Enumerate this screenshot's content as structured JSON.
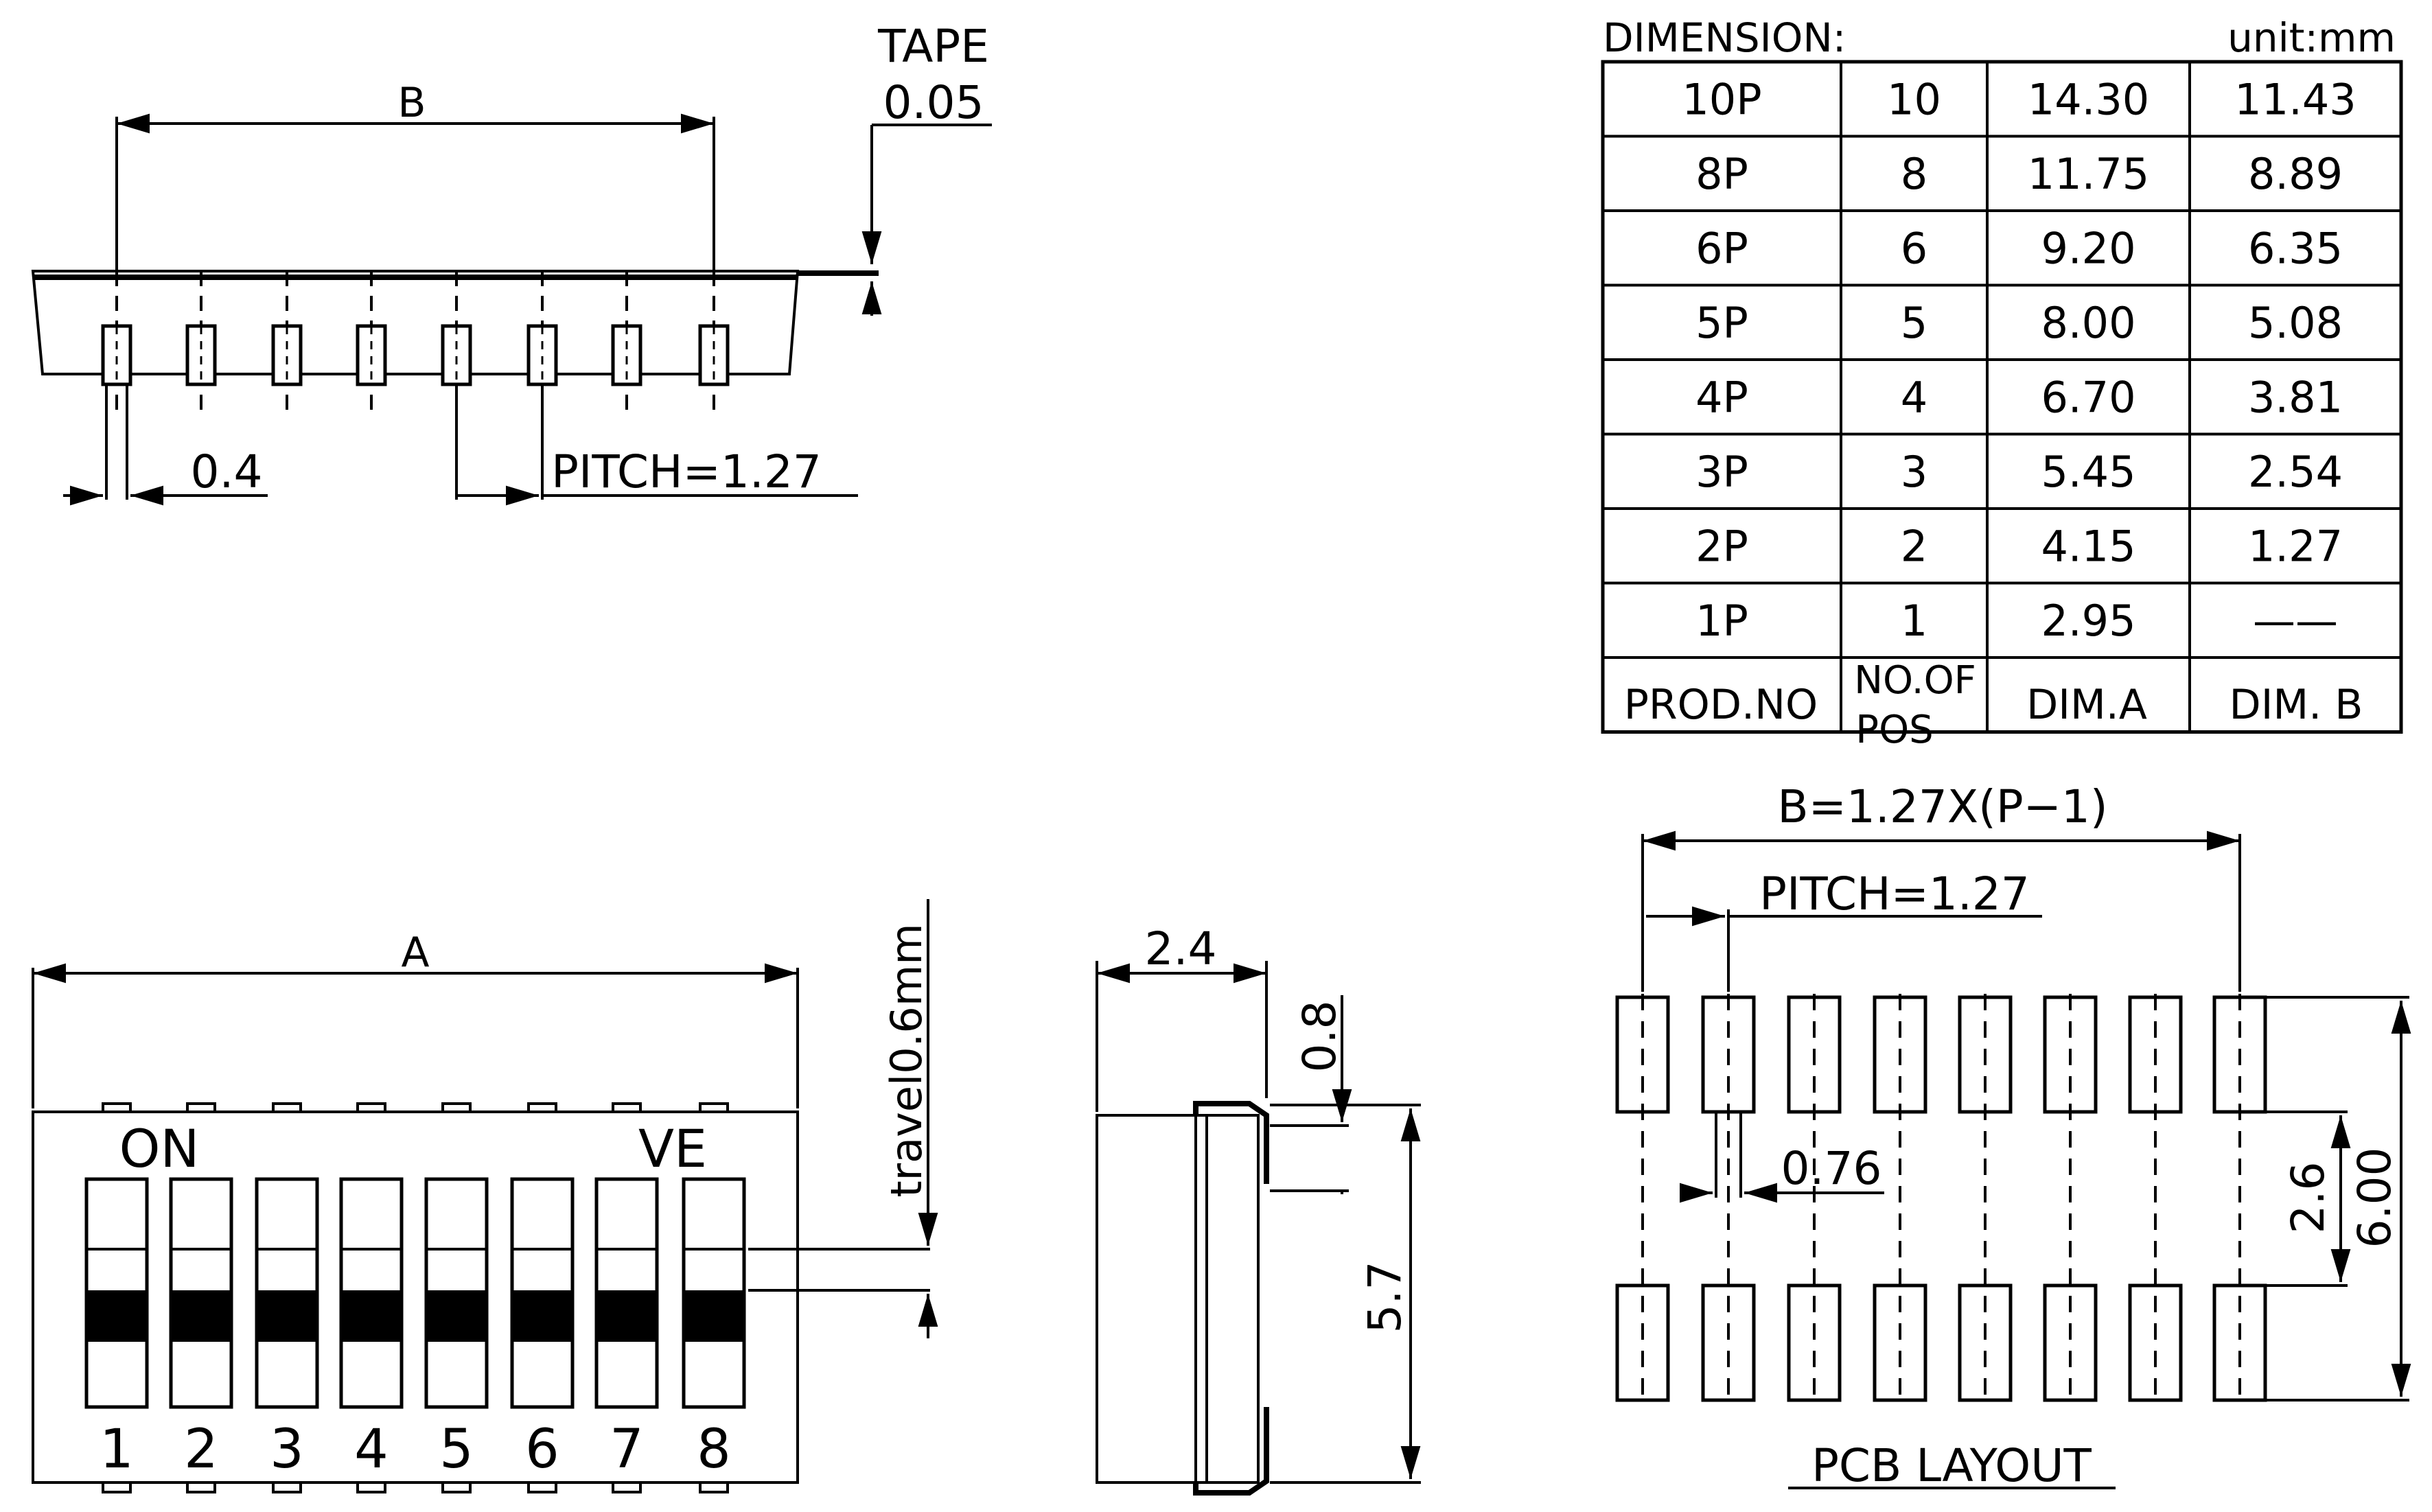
{
  "side_view": {
    "dim_b_label": "B",
    "tape_label": "TAPE",
    "tape_value": "0.05",
    "pin_width_label": "0.4",
    "pitch_label": "PITCH=1.27"
  },
  "front_view": {
    "dim_a_label": "A",
    "on_label": "ON",
    "ve_label": "VE",
    "travel_label": "travel0.6mm",
    "switch_numbers": [
      "1",
      "2",
      "3",
      "4",
      "5",
      "6",
      "7",
      "8"
    ]
  },
  "end_view": {
    "width_label": "2.4",
    "lead_label": "0.8",
    "height_label": "5.7"
  },
  "dimension_table": {
    "title": "DIMENSION:",
    "unit": "unit:mm",
    "rows": [
      [
        "10P",
        "10",
        "14.30",
        "11.43"
      ],
      [
        "8P",
        "8",
        "11.75",
        "8.89"
      ],
      [
        "6P",
        "6",
        "9.20",
        "6.35"
      ],
      [
        "5P",
        "5",
        "8.00",
        "5.08"
      ],
      [
        "4P",
        "4",
        "6.70",
        "3.81"
      ],
      [
        "3P",
        "3",
        "5.45",
        "2.54"
      ],
      [
        "2P",
        "2",
        "4.15",
        "1.27"
      ],
      [
        "1P",
        "1",
        "2.95",
        "——"
      ]
    ],
    "header": [
      "PROD.NO",
      "NO.OF",
      "POS",
      "DIM.A",
      "DIM. B"
    ]
  },
  "pcb_layout": {
    "formula_label": "B=1.27X(P−1)",
    "pitch_label": "PITCH=1.27",
    "pad_width_label": "0.76",
    "pad_gap_label": "2.6",
    "overall_label": "6.00",
    "title": "PCB LAYOUT"
  }
}
